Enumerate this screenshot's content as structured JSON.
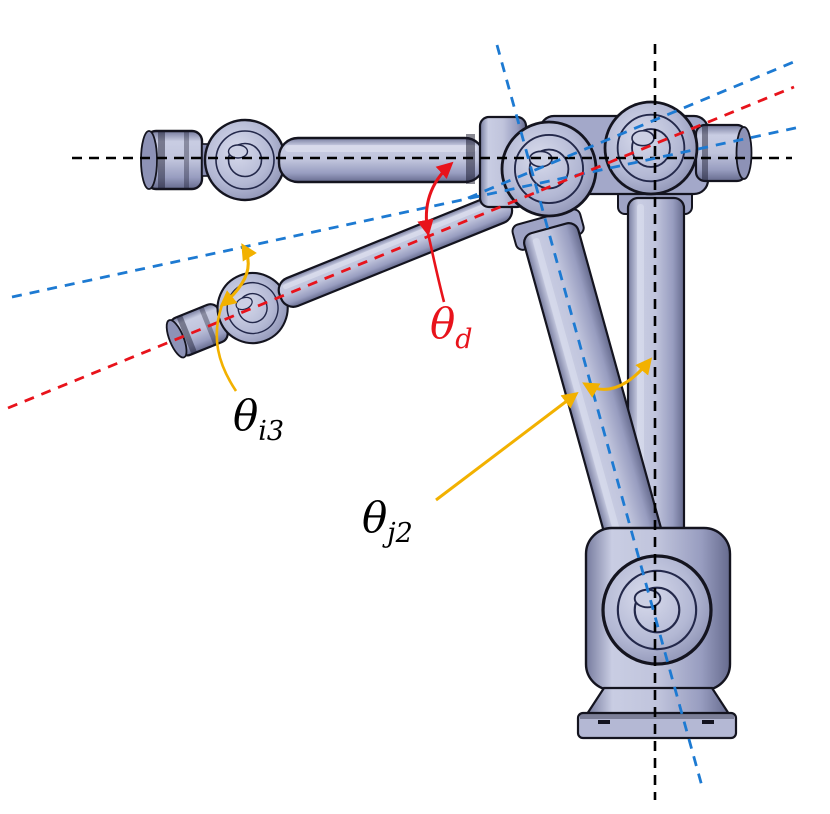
{
  "figure": {
    "description": "CAD-style robot manipulator shown in two overlaid poses with dashed reference axes and joint angle annotations",
    "background": "#ffffff",
    "labels": {
      "theta_d": {
        "base": "θ",
        "sub": "d",
        "color": "#e8131b"
      },
      "theta_i3": {
        "base": "θ",
        "sub": "i3",
        "color": "#000000"
      },
      "theta_j2": {
        "base": "θ",
        "sub": "j2",
        "color": "#000000"
      }
    },
    "colors": {
      "robot_body": "#bcc0da",
      "robot_shade": "#7d82a6",
      "outline": "#14141f",
      "axis_black": "#000000",
      "axis_blue": "#1d7ad2",
      "axis_red": "#e8131b",
      "annotation_yellow": "#f2b100"
    }
  }
}
